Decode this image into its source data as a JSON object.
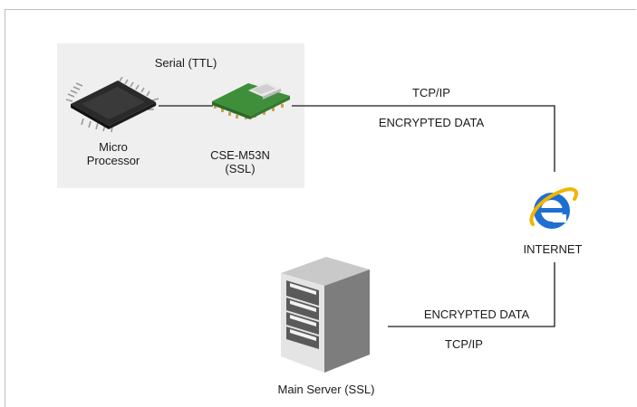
{
  "diagram": {
    "serial_label": "Serial (TTL)",
    "micro_label_line1": "Micro",
    "micro_label_line2": "Processor",
    "module_label_line1": "CSE-M53N",
    "module_label_line2": "(SSL)",
    "tcpip_top": "TCP/IP",
    "encrypted_top": "ENCRYPTED DATA",
    "internet_label": "INTERNET",
    "encrypted_bottom": "ENCRYPTED DATA",
    "tcpip_bottom": "TCP/IP",
    "server_label": "Main Server (SSL)"
  },
  "icons": {
    "microprocessor": "chip-icon",
    "module": "module-board-icon",
    "internet": "internet-explorer-icon",
    "server": "server-tower-icon"
  },
  "colors": {
    "panel": "#efefef",
    "line": "#1a1a1a",
    "module_green": "#3f8f3a",
    "ie_blue": "#1e6fd0",
    "ie_gold": "#f2b400"
  }
}
